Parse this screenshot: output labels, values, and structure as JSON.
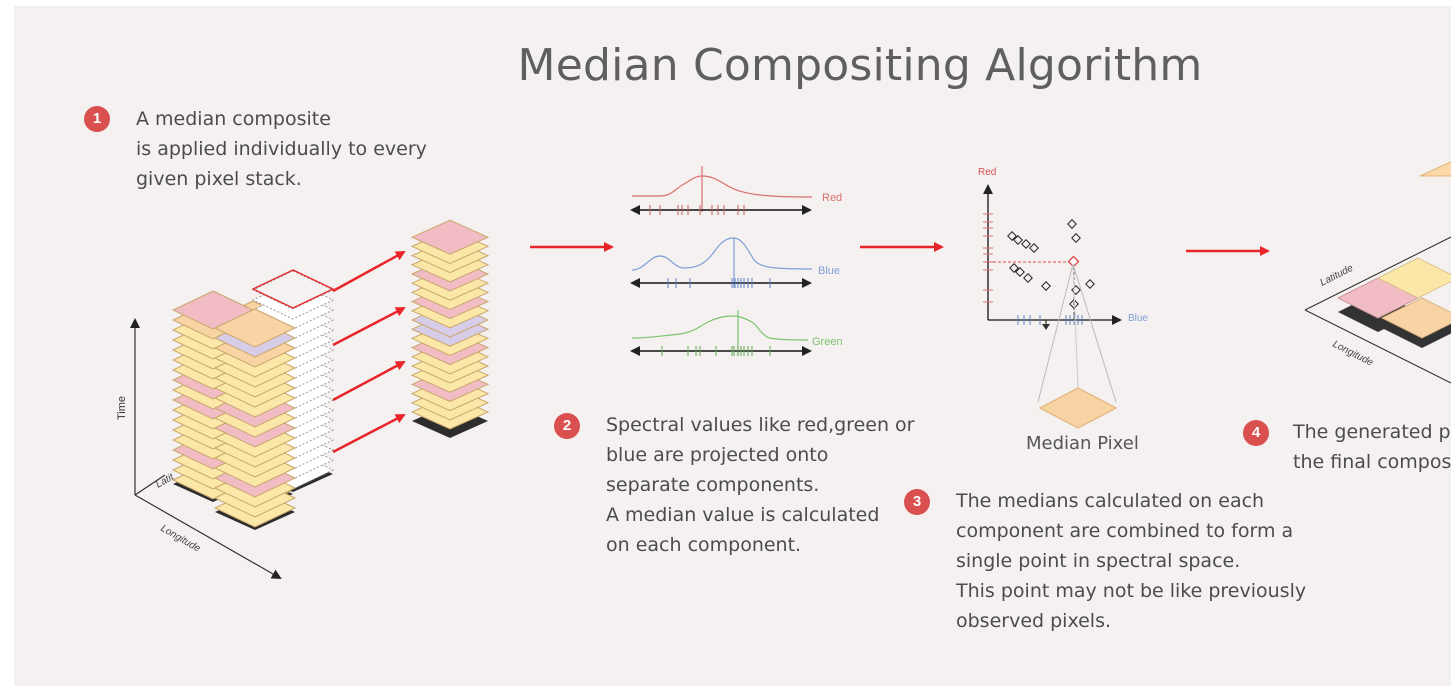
{
  "title": "Median Compositing Algorithm",
  "steps": [
    {
      "number": "1",
      "lines": [
        "A median composite",
        "is applied individually to every",
        "given pixel stack."
      ]
    },
    {
      "number": "2",
      "lines": [
        "Spectral values like red,green or",
        "blue are projected onto",
        "separate components.",
        "A median value is calculated",
        "on each component."
      ]
    },
    {
      "number": "3",
      "lines": [
        "The medians calculated on each",
        "component are combined to form a",
        "single point in spectral space.",
        "This point may not be like previously",
        "observed pixels."
      ]
    },
    {
      "number": "4",
      "lines": [
        "The generated pi",
        "the final compos"
      ]
    }
  ],
  "axes": {
    "time": "Time",
    "latitude": "Latitude",
    "longitude": "Longitude",
    "lat_short": "Latit"
  },
  "curves": {
    "red": "Red",
    "blue": "Blue",
    "green": "Green"
  },
  "scatter": {
    "y_label": "Red",
    "x_label": "Blue"
  },
  "median_pixel_label": "Median Pixel",
  "colors": {
    "accent_red": "#e8262a",
    "badge": "#d9504f",
    "pixel_yellow": "#fbe7a8",
    "pixel_orange": "#f8d3a3",
    "pixel_pink": "#f2bcc4",
    "pixel_purple": "#d8cde8",
    "curve_red": "#d9706f",
    "curve_blue": "#7f9fd8",
    "curve_green": "#7cc46f"
  }
}
